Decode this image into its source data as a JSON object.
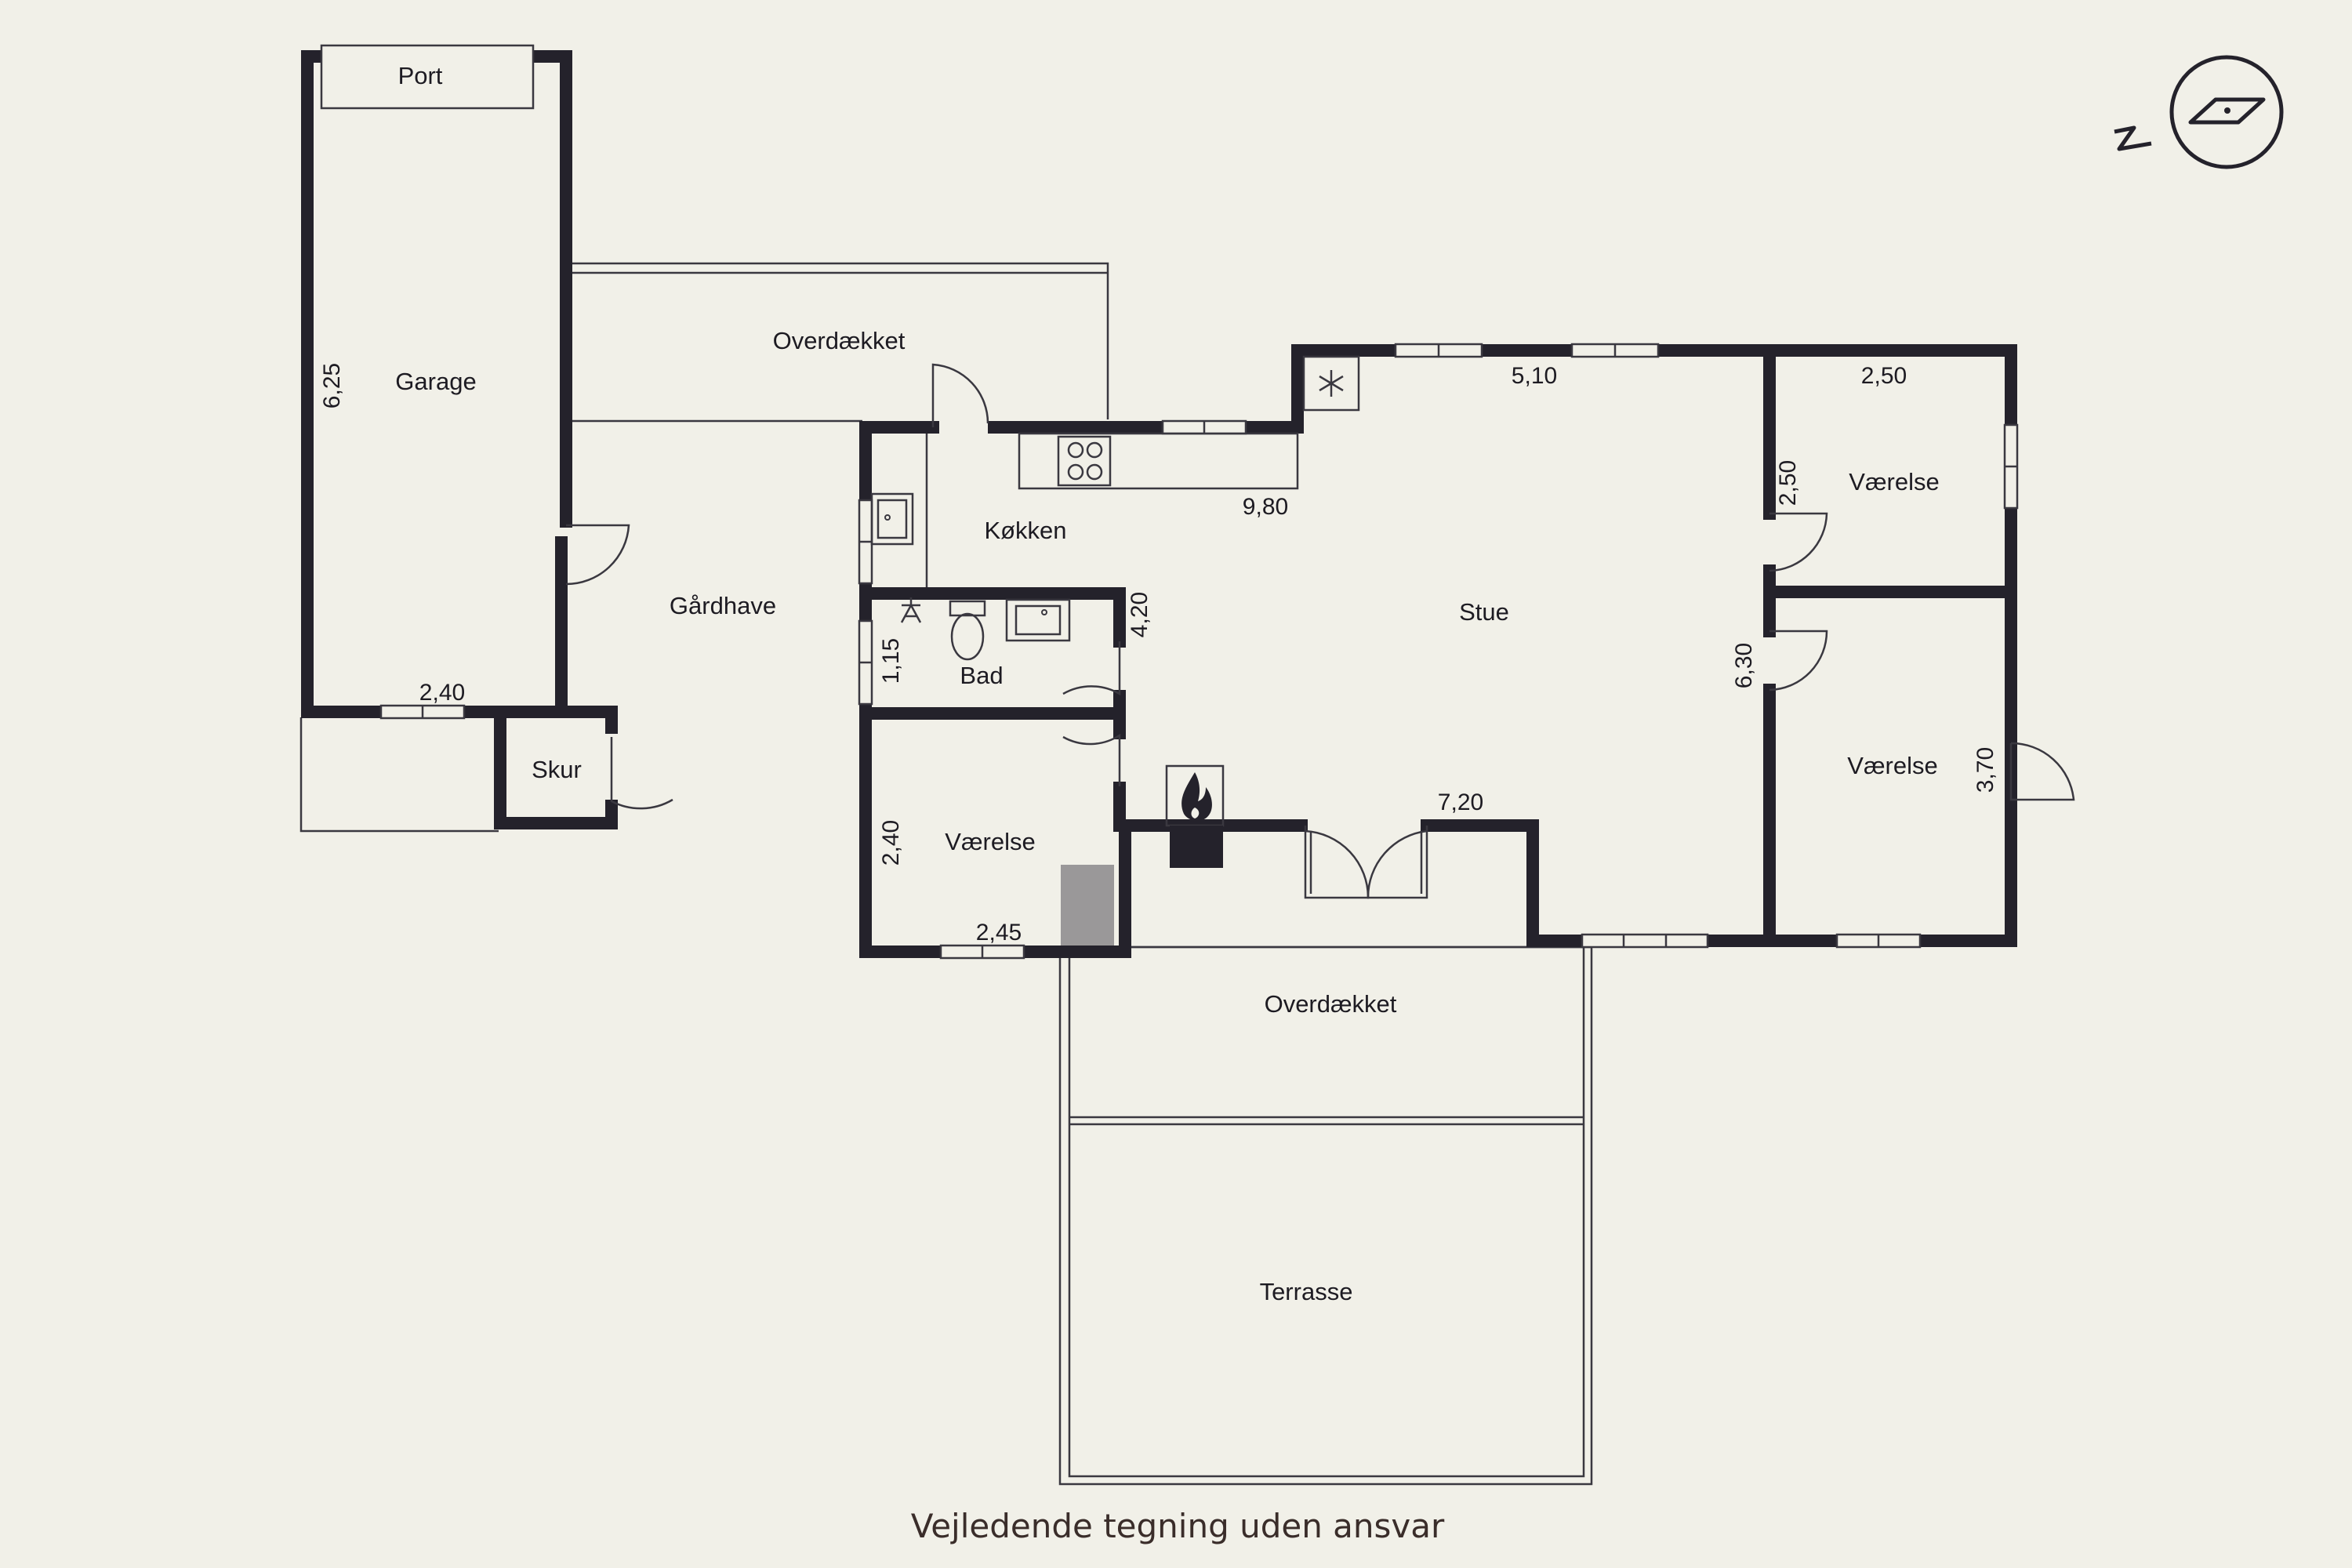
{
  "rooms": {
    "port": "Port",
    "garage": "Garage",
    "overdaekket_top": "Overdækket",
    "gaardhave": "Gårdhave",
    "skur": "Skur",
    "koekken": "Køkken",
    "bad": "Bad",
    "vaerelse_left": "Værelse",
    "stue": "Stue",
    "vaerelse_top_right": "Værelse",
    "vaerelse_bottom_right": "Værelse",
    "overdaekket_bottom": "Overdækket",
    "terrasse": "Terrasse"
  },
  "dimensions": {
    "garage_length": "6,25",
    "garage_width": "2,40",
    "kitchen_length": "9,80",
    "stue_top": "5,10",
    "room_tr_width": "2,50",
    "room_tr_height": "2,50",
    "stue_height": "6,30",
    "room_br_height": "3,70",
    "bath_height": "1,15",
    "bath_width": "4,20",
    "room_left_height": "2,40",
    "room_left_width": "2,45",
    "stue_bottom": "7,20"
  },
  "icons": {
    "compass": "north-compass-icon",
    "fireplace": "fireplace-icon",
    "fridge": "snowflake-icon",
    "stove": "stove-icon"
  },
  "colors": {
    "background": "#f1f0e8",
    "wall": "#24222b",
    "fixture_gray": "#9a9899"
  },
  "caption": "Vejledende tegning uden ansvar"
}
